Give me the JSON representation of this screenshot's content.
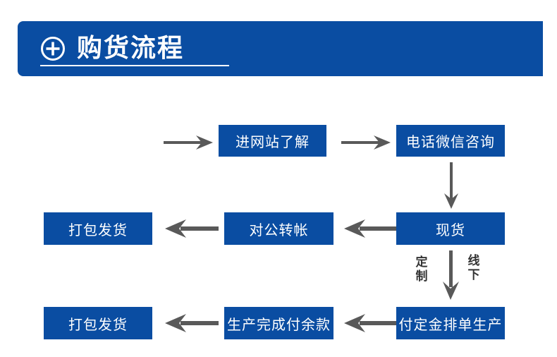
{
  "header": {
    "title": "购货流程",
    "icon": "plus-circle-icon",
    "background_color": "#0a4da2",
    "text_color": "#ffffff"
  },
  "colors": {
    "box_fill": "#0a4da2",
    "box_text": "#ffffff",
    "arrow": "#595959",
    "label_text": "#333333",
    "page_background": "#ffffff"
  },
  "flow": {
    "rows": [
      {
        "row_id": "row-1",
        "boxes": [
          {
            "id": "box-website",
            "label": "进网站了解"
          },
          {
            "id": "box-consult",
            "label": "电话微信咨询"
          }
        ],
        "arrows": [
          {
            "id": "arrow-to-website",
            "direction": "right"
          },
          {
            "id": "arrow-to-consult",
            "direction": "right"
          }
        ]
      },
      {
        "row_id": "row-2",
        "boxes": [
          {
            "id": "box-ship-1",
            "label": "打包发货"
          },
          {
            "id": "box-transfer",
            "label": "对公转帐"
          },
          {
            "id": "box-instock",
            "label": "现货"
          }
        ],
        "arrows": [
          {
            "id": "arrow-to-ship-1",
            "direction": "left"
          },
          {
            "id": "arrow-to-transfer",
            "direction": "left"
          },
          {
            "id": "arrow-consult-to-instock",
            "direction": "down"
          }
        ]
      },
      {
        "row_id": "row-3",
        "boxes": [
          {
            "id": "box-ship-2",
            "label": "打包发货"
          },
          {
            "id": "box-final-payment",
            "label": "生产完成付余款"
          },
          {
            "id": "box-deposit",
            "label": "付定金排单生产"
          }
        ],
        "arrows": [
          {
            "id": "arrow-to-ship-2",
            "direction": "left"
          },
          {
            "id": "arrow-to-final-payment",
            "direction": "left"
          },
          {
            "id": "arrow-instock-to-deposit",
            "direction": "down"
          }
        ]
      }
    ],
    "branch_labels": [
      {
        "id": "label-custom",
        "text": "定制",
        "position": "left-of-down-arrow"
      },
      {
        "id": "label-offline",
        "text": "线下",
        "position": "right-of-down-arrow"
      }
    ]
  }
}
